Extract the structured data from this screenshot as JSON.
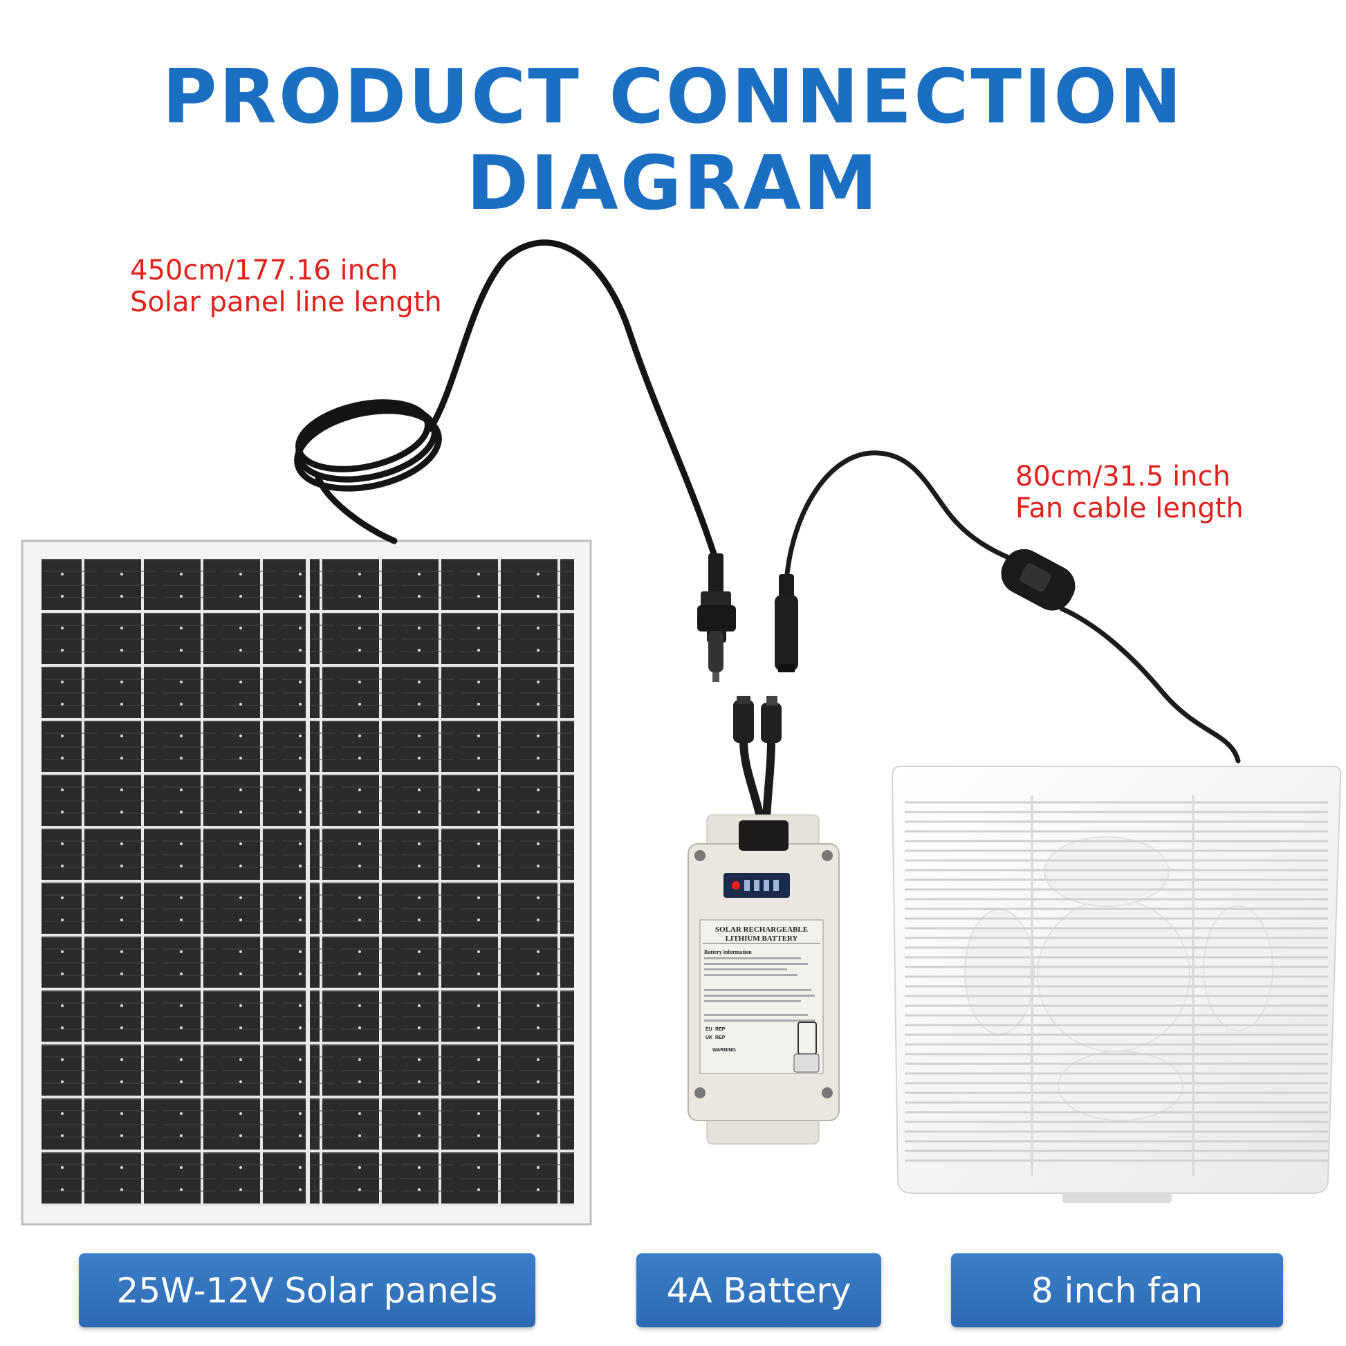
{
  "title": "PRODUCT CONNECTION DIAGRAM",
  "notes": {
    "solar_line": [
      "450cm/177.16 inch",
      "Solar panel line length"
    ],
    "fan_cable": [
      "80cm/31.5 inch",
      "Fan cable length"
    ]
  },
  "battery_label": {
    "heading": [
      "SOLAR RECHARGEABLE",
      "LITHIUM BATTERY"
    ],
    "section": "Battery information",
    "badges": [
      "EU",
      "REP",
      "UK",
      "REP"
    ],
    "warning": "WARNING"
  },
  "components": [
    {
      "name": "25W-12V Solar panels"
    },
    {
      "name": "4A Battery"
    },
    {
      "name": "8 inch fan"
    }
  ],
  "colors": {
    "title": "#1a6fc2",
    "notes": "#e0221d",
    "pill": "#3373bd"
  }
}
